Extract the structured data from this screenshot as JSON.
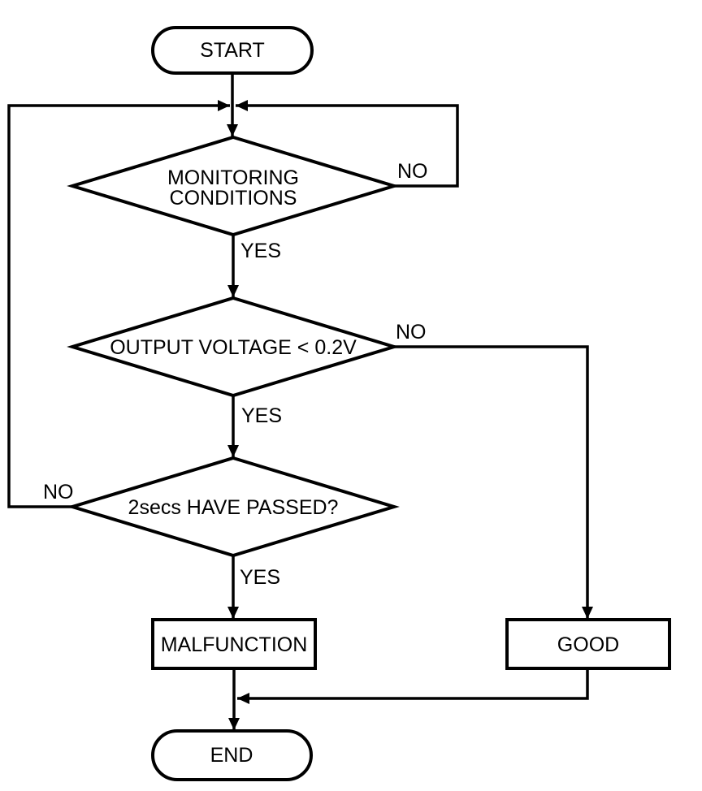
{
  "flowchart": {
    "background_color": "#ffffff",
    "stroke_color": "#000000",
    "text_color": "#000000",
    "nodes": {
      "start": {
        "shape": "terminator",
        "label": "START"
      },
      "monitoring": {
        "shape": "decision",
        "label": "MONITORING CONDITIONS",
        "line1": "MONITORING",
        "line2": "CONDITIONS"
      },
      "voltage": {
        "shape": "decision",
        "label": "OUTPUT VOLTAGE < 0.2V"
      },
      "timer": {
        "shape": "decision",
        "label": "2secs HAVE PASSED?"
      },
      "malfunction": {
        "shape": "process",
        "label": "MALFUNCTION"
      },
      "good": {
        "shape": "process",
        "label": "GOOD"
      },
      "end": {
        "shape": "terminator",
        "label": "END"
      }
    },
    "edge_labels": {
      "monitoring_no": "NO",
      "monitoring_yes": "YES",
      "voltage_no": "NO",
      "voltage_yes": "YES",
      "timer_no": "NO",
      "timer_yes": "YES"
    },
    "edges": [
      {
        "from": "start",
        "to": "merge-point"
      },
      {
        "from": "merge-point",
        "to": "monitoring"
      },
      {
        "from": "monitoring",
        "to": "merge-point",
        "label": "NO"
      },
      {
        "from": "monitoring",
        "to": "voltage",
        "label": "YES"
      },
      {
        "from": "voltage",
        "to": "good",
        "label": "NO"
      },
      {
        "from": "voltage",
        "to": "timer",
        "label": "YES"
      },
      {
        "from": "timer",
        "to": "merge-point",
        "label": "NO"
      },
      {
        "from": "timer",
        "to": "malfunction",
        "label": "YES"
      },
      {
        "from": "malfunction",
        "to": "end"
      },
      {
        "from": "good",
        "to": "end"
      }
    ]
  }
}
